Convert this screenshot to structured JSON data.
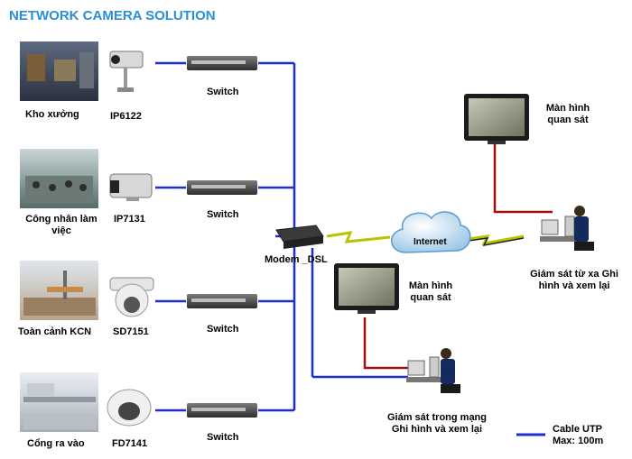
{
  "title": "NETWORK CAMERA SOLUTION",
  "sites": [
    {
      "scene": "Kho xưởng",
      "camera": "IP6122",
      "switch": "Switch"
    },
    {
      "scene": "Công nhân làm việc",
      "camera": "IP7131",
      "switch": "Switch"
    },
    {
      "scene": "Toàn cảnh KCN",
      "camera": "SD7151",
      "switch": "Switch"
    },
    {
      "scene": "Cổng ra vào",
      "camera": "FD7141",
      "switch": "Switch"
    }
  ],
  "modem": "Modem _DSL",
  "internet": "Internet",
  "remote_monitor": "Màn hình quan sát",
  "remote_station": "Giám sát từ xa Ghi hình và xem lại",
  "local_monitor": "Màn hình quan sát",
  "local_station": "Giám sát trong mạng Ghi hình và xem lại",
  "legend": {
    "line1": "Cable UTP",
    "line2": "Max: 100m",
    "color": "#1e2fd0"
  },
  "colors": {
    "lan": "#1e2fd0",
    "monitor_link": "#a01010",
    "wireless": "#b8c400"
  }
}
